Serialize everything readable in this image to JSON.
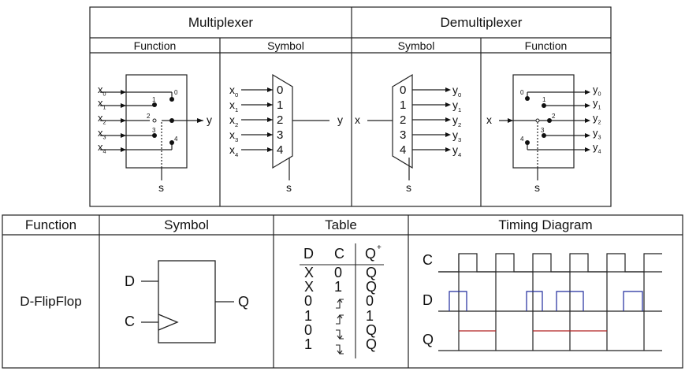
{
  "mux_demux": {
    "mux_title": "Multiplexer",
    "demux_title": "Demultiplexer",
    "mux_col1": "Function",
    "mux_col2": "Symbol",
    "demux_col1": "Symbol",
    "demux_col2": "Function",
    "mux_inputs": [
      "x",
      "x",
      "x",
      "x",
      "x"
    ],
    "input_subs": [
      "0",
      "1",
      "2",
      "3",
      "4"
    ],
    "output_label": "y",
    "input_label": "x",
    "select_label": "s",
    "port_numbers": [
      "0",
      "1",
      "2",
      "3",
      "4"
    ]
  },
  "flipflop": {
    "headers": [
      "Function",
      "Symbol",
      "Table",
      "Timing Diagram"
    ],
    "name": "D-FlipFlop",
    "symbol_inputs": [
      "D",
      "C"
    ],
    "symbol_output": "Q",
    "table_headers": [
      "D",
      "C",
      "Q",
      "+"
    ],
    "table_rows": [
      {
        "d": "X",
        "c": "0",
        "q": "Q"
      },
      {
        "d": "X",
        "c": "1",
        "q": "Q"
      },
      {
        "d": "0",
        "c": "rise",
        "q": "0"
      },
      {
        "d": "1",
        "c": "rise",
        "q": "1"
      },
      {
        "d": "0",
        "c": "fall",
        "q": "Q"
      },
      {
        "d": "1",
        "c": "fall",
        "q": "Q"
      }
    ],
    "timing_labels": [
      "C",
      "D",
      "Q"
    ]
  },
  "colors": {
    "line": "#222222",
    "d_pulse": "#1f2a9c",
    "q_pulse": "#b02020"
  }
}
